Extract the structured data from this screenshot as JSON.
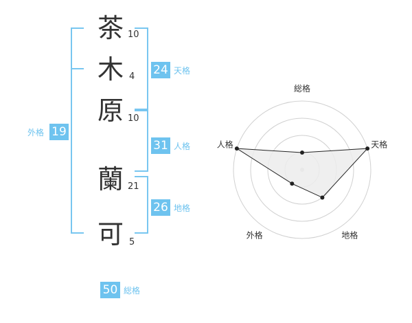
{
  "name": {
    "characters": [
      {
        "char": "茶",
        "strokes": "10"
      },
      {
        "char": "木",
        "strokes": "4"
      },
      {
        "char": "原",
        "strokes": "10"
      },
      {
        "char": "蘭",
        "strokes": "21"
      },
      {
        "char": "可",
        "strokes": "5"
      }
    ]
  },
  "fortunes": {
    "tenkaku": {
      "value": "24",
      "label": "天格"
    },
    "jinkaku": {
      "value": "31",
      "label": "人格"
    },
    "chikaku": {
      "value": "26",
      "label": "地格"
    },
    "gaikaku": {
      "value": "19",
      "label": "外格"
    },
    "soukaku": {
      "value": "50",
      "label": "総格"
    }
  },
  "chart_data": {
    "type": "radar",
    "axes": [
      "総格",
      "天格",
      "地格",
      "外格",
      "人格"
    ],
    "values": [
      1,
      4,
      2,
      1,
      4
    ],
    "max": 4,
    "rings": 4,
    "colors": {
      "fill": "#ececec",
      "line": "#222222",
      "grid": "#d0d0d0"
    }
  }
}
